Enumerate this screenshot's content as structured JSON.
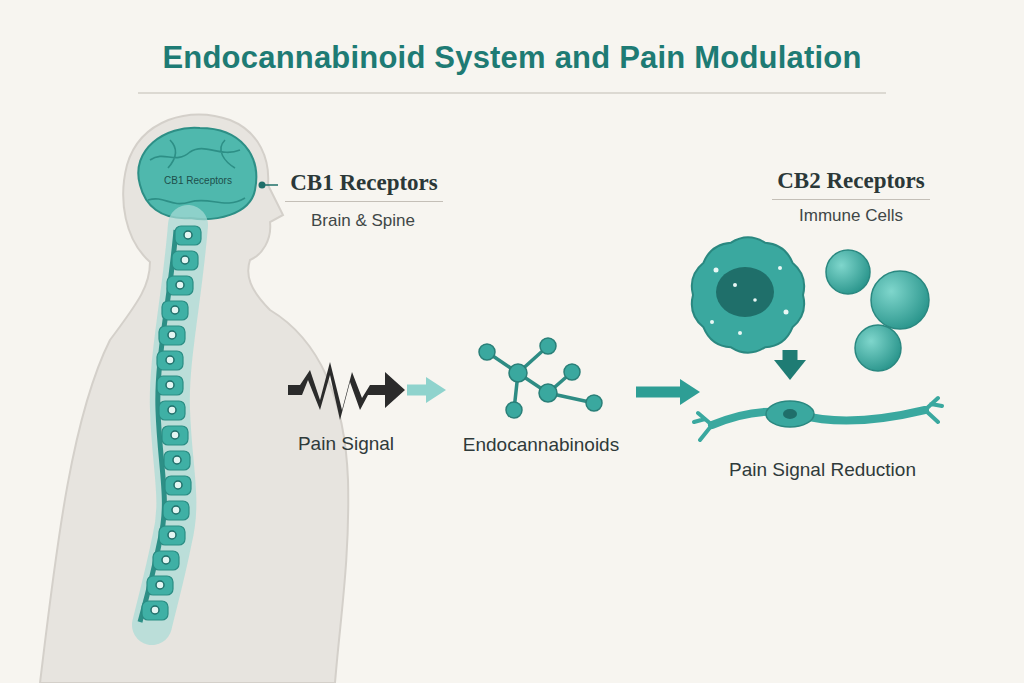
{
  "diagram": {
    "title": "Endocannabinoid System and Pain Modulation",
    "nodes": [
      {
        "text": [
          "CB2 Receptors",
          "Immune Cells"
        ]
      },
      {
        "text": [
          "Pain Signal"
        ]
      },
      {
        "text": [
          "Endocannabinoids"
        ]
      },
      {
        "text": [
          "Pain Signal Reduction"
        ]
      }
    ],
    "edges": [
      {
        "from": 1,
        "to": 2,
        "arrow": "to"
      },
      {
        "from": 2,
        "to": 3,
        "arrow": "to"
      },
      {
        "from": 0,
        "to": 3,
        "arrow": "to"
      }
    ],
    "labels": [
      "CB1 Receptors",
      "CB1 Receptors",
      "Brain & Spine"
    ]
  }
}
